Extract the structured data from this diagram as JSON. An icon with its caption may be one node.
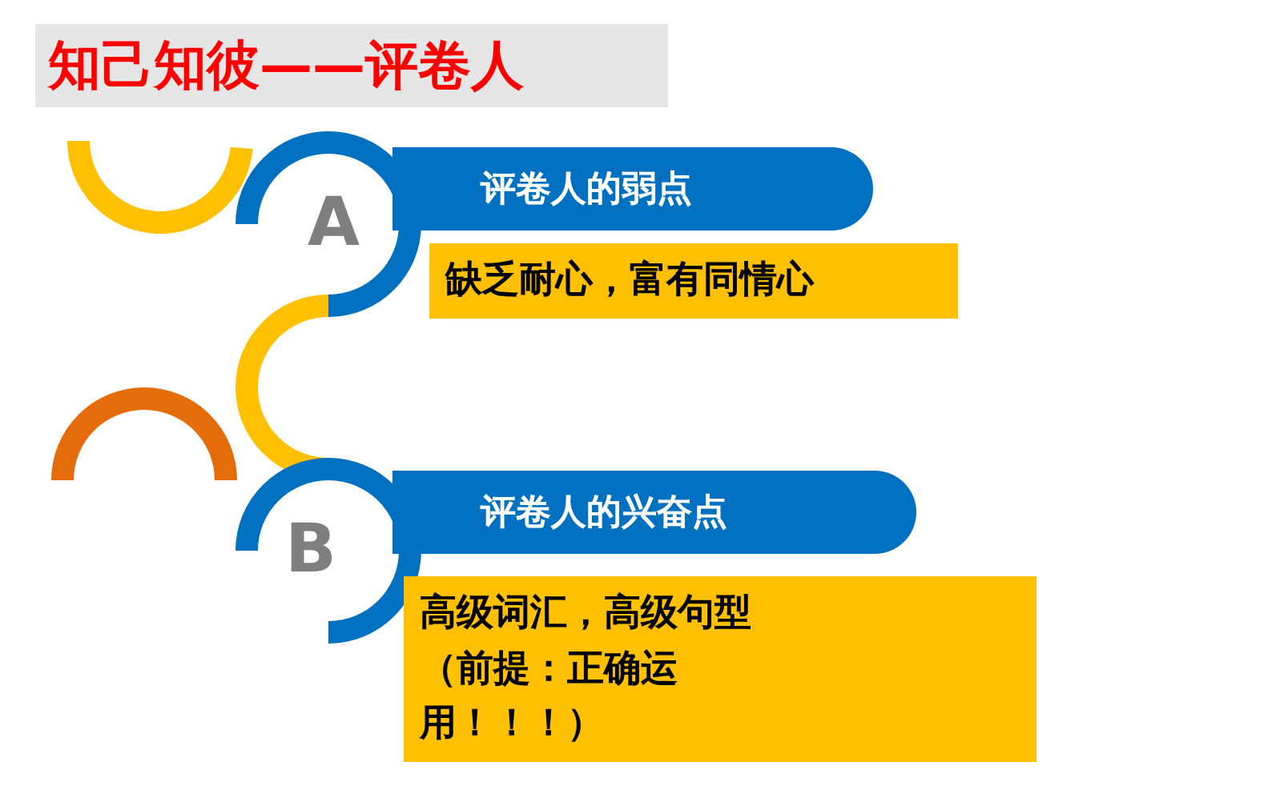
{
  "diagram": {
    "title": "知己知彼——评卷人",
    "nodes": [
      {
        "text": [
          "评卷人的弱点"
        ]
      },
      {
        "text": [
          "缺乏耐心，富有同情心"
        ]
      },
      {
        "text": [
          "评卷人的兴奋点"
        ]
      },
      {
        "text": [
          "高级词汇，高级句型（前提：正确运用！！！）"
        ]
      }
    ],
    "labels": [
      "A",
      "B"
    ]
  }
}
